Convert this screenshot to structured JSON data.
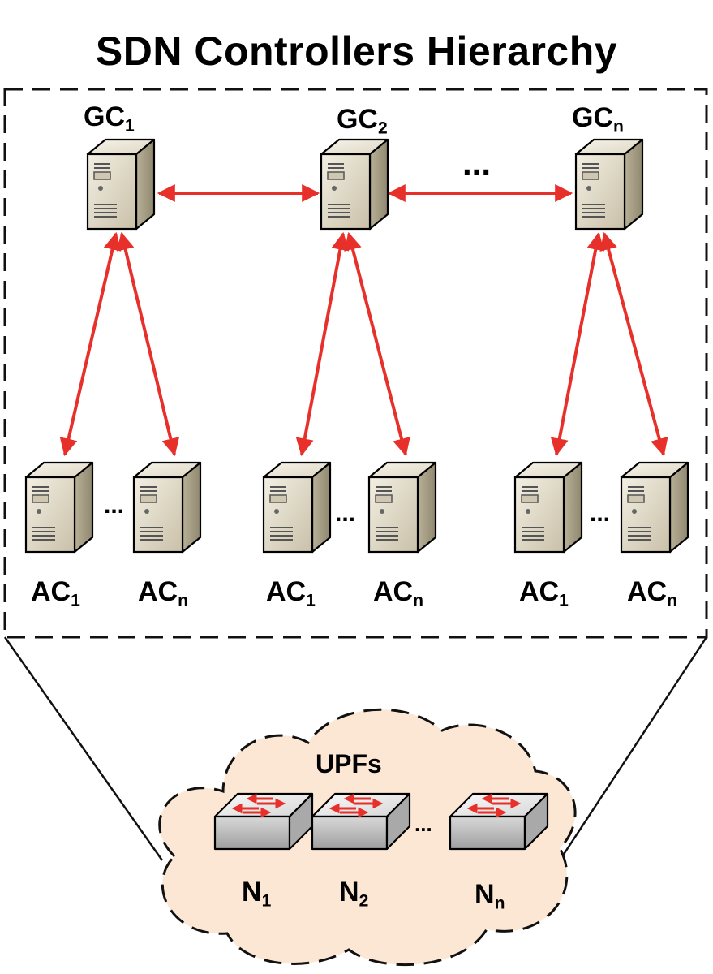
{
  "title": "SDN Controllers Hierarchy",
  "global_controllers": [
    {
      "name": "GC",
      "sub": "1"
    },
    {
      "name": "GC",
      "sub": "2"
    },
    {
      "name": "GC",
      "sub": "n"
    }
  ],
  "gc_ellipsis": "...",
  "area_controller_groups": [
    {
      "first": {
        "name": "AC",
        "sub": "1"
      },
      "last": {
        "name": "AC",
        "sub": "n"
      },
      "ellipsis": "..."
    },
    {
      "first": {
        "name": "AC",
        "sub": "1"
      },
      "last": {
        "name": "AC",
        "sub": "n"
      },
      "ellipsis": "..."
    },
    {
      "first": {
        "name": "AC",
        "sub": "1"
      },
      "last": {
        "name": "AC",
        "sub": "n"
      },
      "ellipsis": "..."
    }
  ],
  "upf_cloud": {
    "label": "UPFs",
    "nodes": [
      {
        "name": "N",
        "sub": "1"
      },
      {
        "name": "N",
        "sub": "2"
      },
      {
        "name": "N",
        "sub": "n"
      }
    ],
    "ellipsis": "..."
  },
  "colors": {
    "arrow": "#e8302b",
    "cloud_fill": "#fbe7d3",
    "server_front": "#d9d2bf",
    "server_side": "#a8a08a",
    "switch_top": "#e4e4e4",
    "switch_front": "#bdbdbd"
  }
}
